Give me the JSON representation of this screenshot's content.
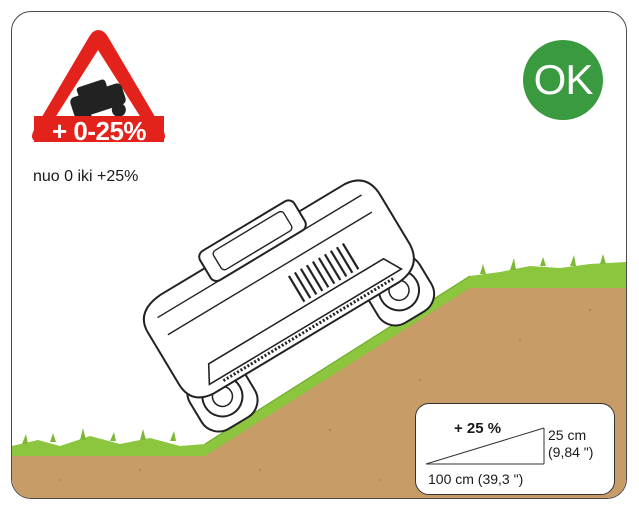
{
  "warning_sign": {
    "label": "+ 0-25%",
    "icon": "tilted-vehicle-icon",
    "border_color": "#e3231b"
  },
  "slope_text": "nuo 0 iki +25%",
  "ok_badge": {
    "label": "OK",
    "color": "#3a9a3f"
  },
  "grade_info": {
    "grade": "+ 25 %",
    "rise": "25 cm",
    "rise_inch": "(9,84 \")",
    "run": "100 cm (39,3 \")"
  },
  "colors": {
    "soil": "#c89c66",
    "grass": "#8cc63f"
  }
}
